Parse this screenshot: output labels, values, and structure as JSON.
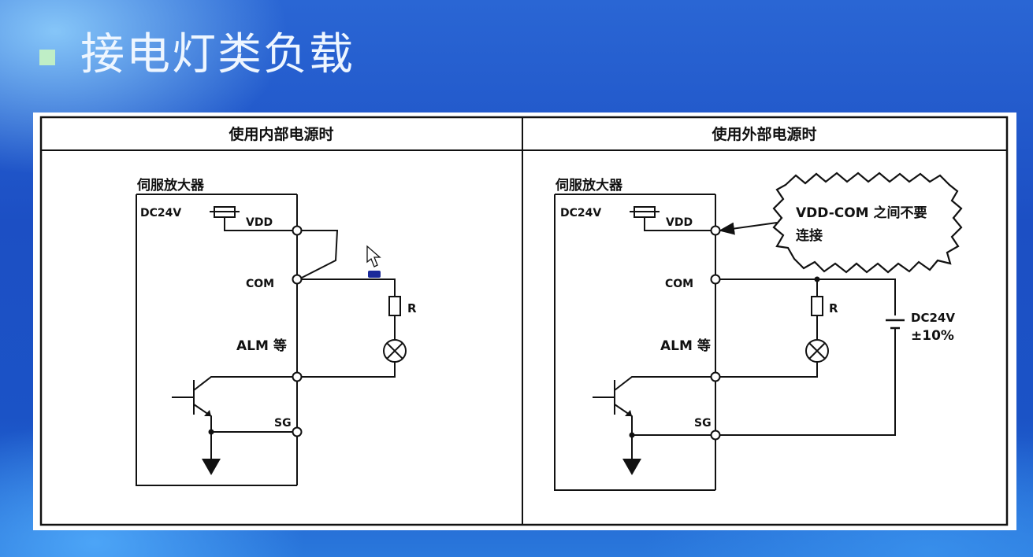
{
  "slide": {
    "title": "接电灯类负载"
  },
  "left_panel": {
    "header": "使用内部电源时",
    "amp_label": "伺服放大器",
    "dc_label": "DC24V",
    "vdd_label": "VDD",
    "com_label": "COM",
    "alm_label": "ALM 等",
    "sg_label": "SG",
    "r_label": "R"
  },
  "right_panel": {
    "header": "使用外部电源时",
    "amp_label": "伺服放大器",
    "dc_label": "DC24V",
    "vdd_label": "VDD",
    "com_label": "COM",
    "alm_label": "ALM 等",
    "sg_label": "SG",
    "r_label": "R",
    "note_line1": "VDD-COM 之间不要",
    "note_line2": "连接",
    "supply_line1": "DC24V",
    "supply_line2": "±10%"
  }
}
